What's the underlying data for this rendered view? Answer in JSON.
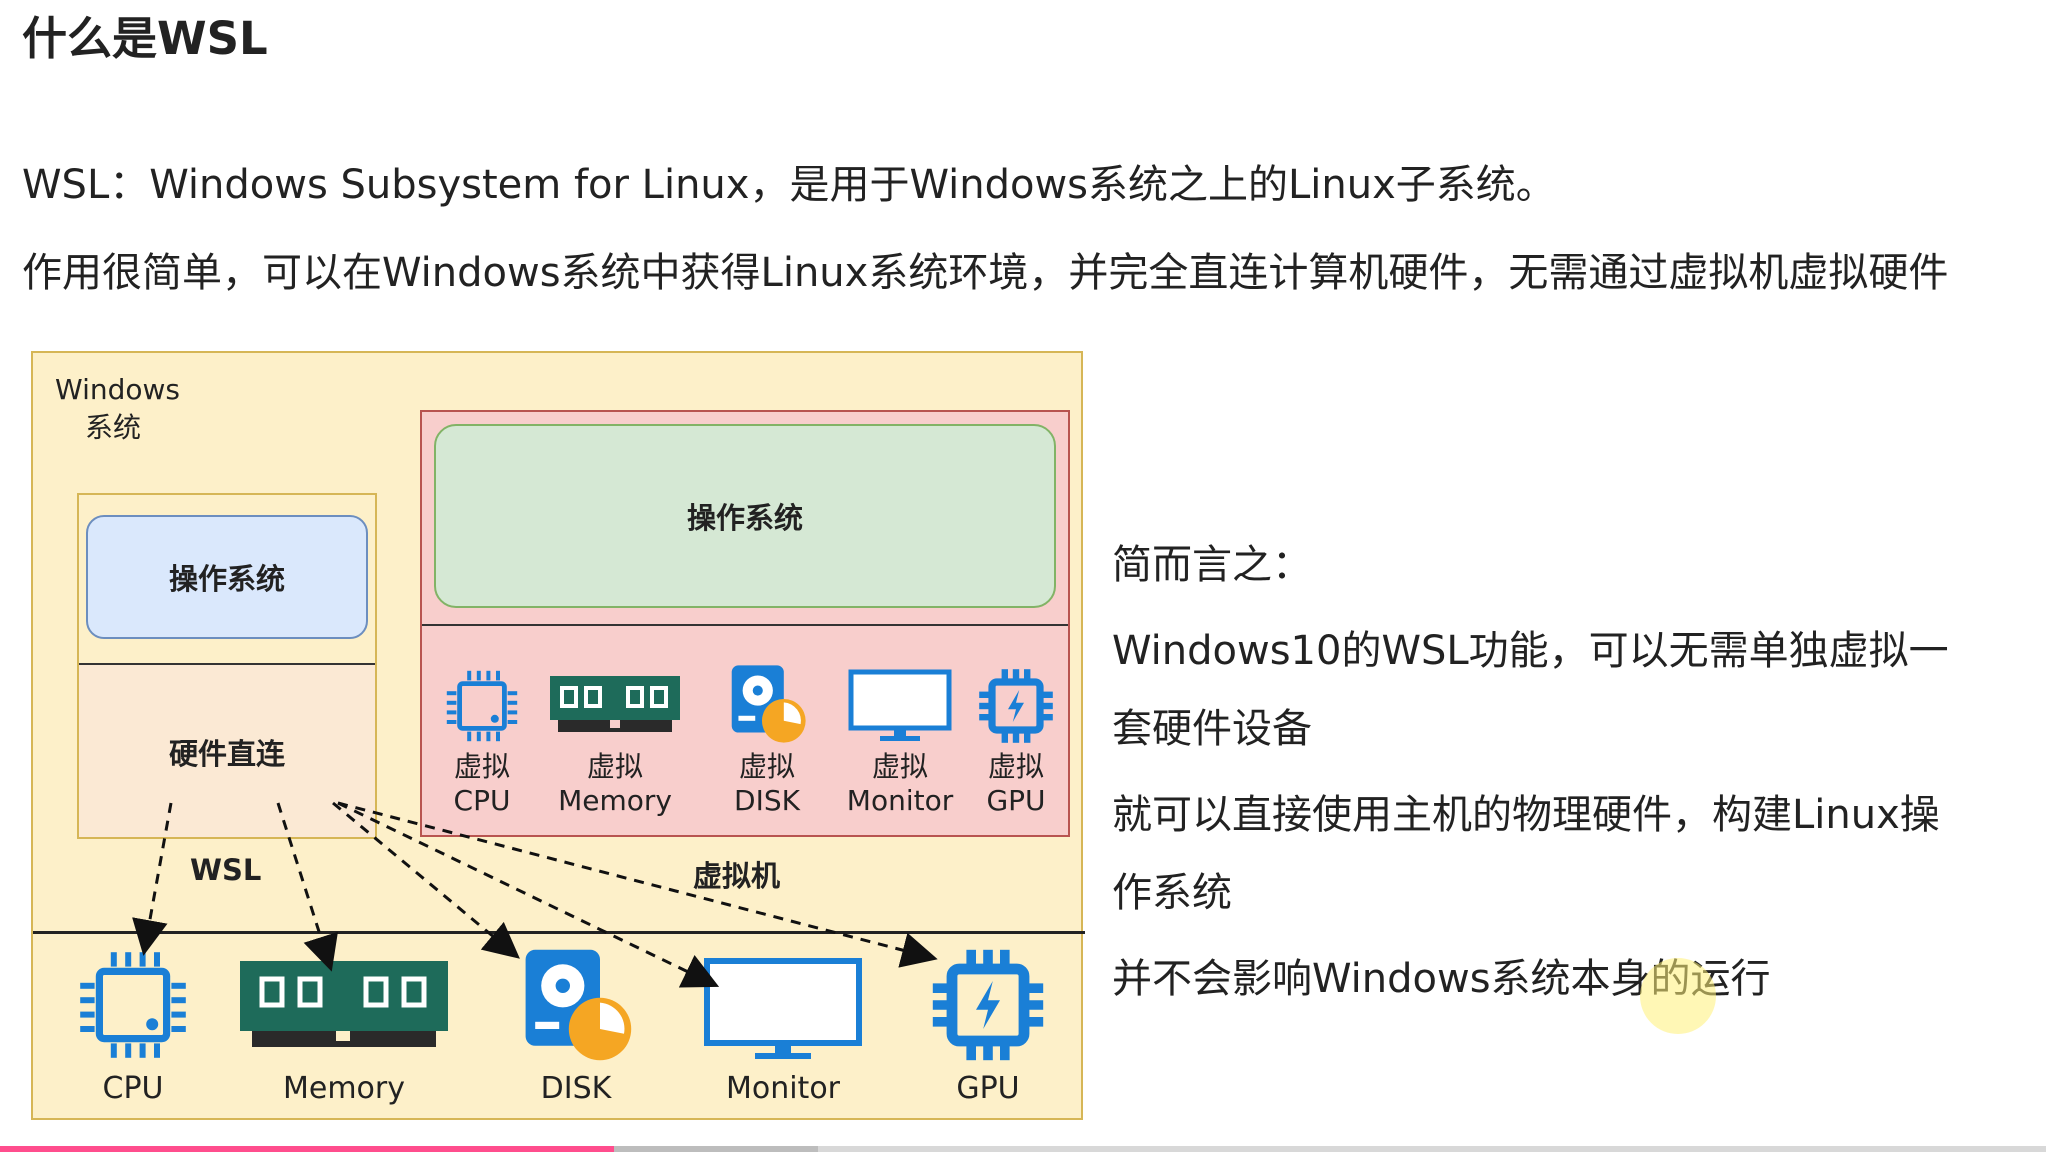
{
  "page": {
    "title": "什么是WSL",
    "paragraph1": "WSL：Windows Subsystem for Linux，是用于Windows系统之上的Linux子系统。",
    "paragraph2": "作用很简单，可以在Windows系统中获得Linux系统环境，并完全直连计算机硬件，无需通过虚拟机虚拟硬件"
  },
  "diagram": {
    "windows_label_line1": "Windows",
    "windows_label_line2": "系统",
    "wsl_os": "操作系统",
    "wsl_direct": "硬件直连",
    "wsl_label": "WSL",
    "vm_os": "操作系统",
    "vm_label": "虚拟机",
    "virtual_hw": [
      {
        "line1": "虚拟",
        "line2": "CPU",
        "icon": "cpu-icon"
      },
      {
        "line1": "虚拟",
        "line2": "Memory",
        "icon": "memory-icon"
      },
      {
        "line1": "虚拟",
        "line2": "DISK",
        "icon": "disk-icon"
      },
      {
        "line1": "虚拟",
        "line2": "Monitor",
        "icon": "monitor-icon"
      },
      {
        "line1": "虚拟",
        "line2": "GPU",
        "icon": "gpu-icon"
      }
    ],
    "hardware": [
      {
        "label": "CPU",
        "icon": "cpu-icon"
      },
      {
        "label": "Memory",
        "icon": "memory-icon"
      },
      {
        "label": "DISK",
        "icon": "disk-icon"
      },
      {
        "label": "Monitor",
        "icon": "monitor-icon"
      },
      {
        "label": "GPU",
        "icon": "gpu-icon"
      }
    ],
    "colors": {
      "windows_fill": "#fdf0c9",
      "vm_fill": "#f8cecc",
      "os_blue": "#dae8fc",
      "os_green": "#d5e8d4",
      "hw_teal": "#1e6b5a",
      "hw_blue": "#1a7fd6"
    }
  },
  "summary": {
    "heading": "简而言之：",
    "line1": "Windows10的WSL功能，可以无需单独虚拟一",
    "line2": "套硬件设备",
    "line3": "就可以直接使用主机的物理硬件，构建Linux操",
    "line4": "作系统",
    "line5": "并不会影响Windows系统本身的运行"
  },
  "player": {
    "progress_fraction": 0.3,
    "buffer_fraction": 0.4,
    "progress_color": "#ff4d8d"
  }
}
